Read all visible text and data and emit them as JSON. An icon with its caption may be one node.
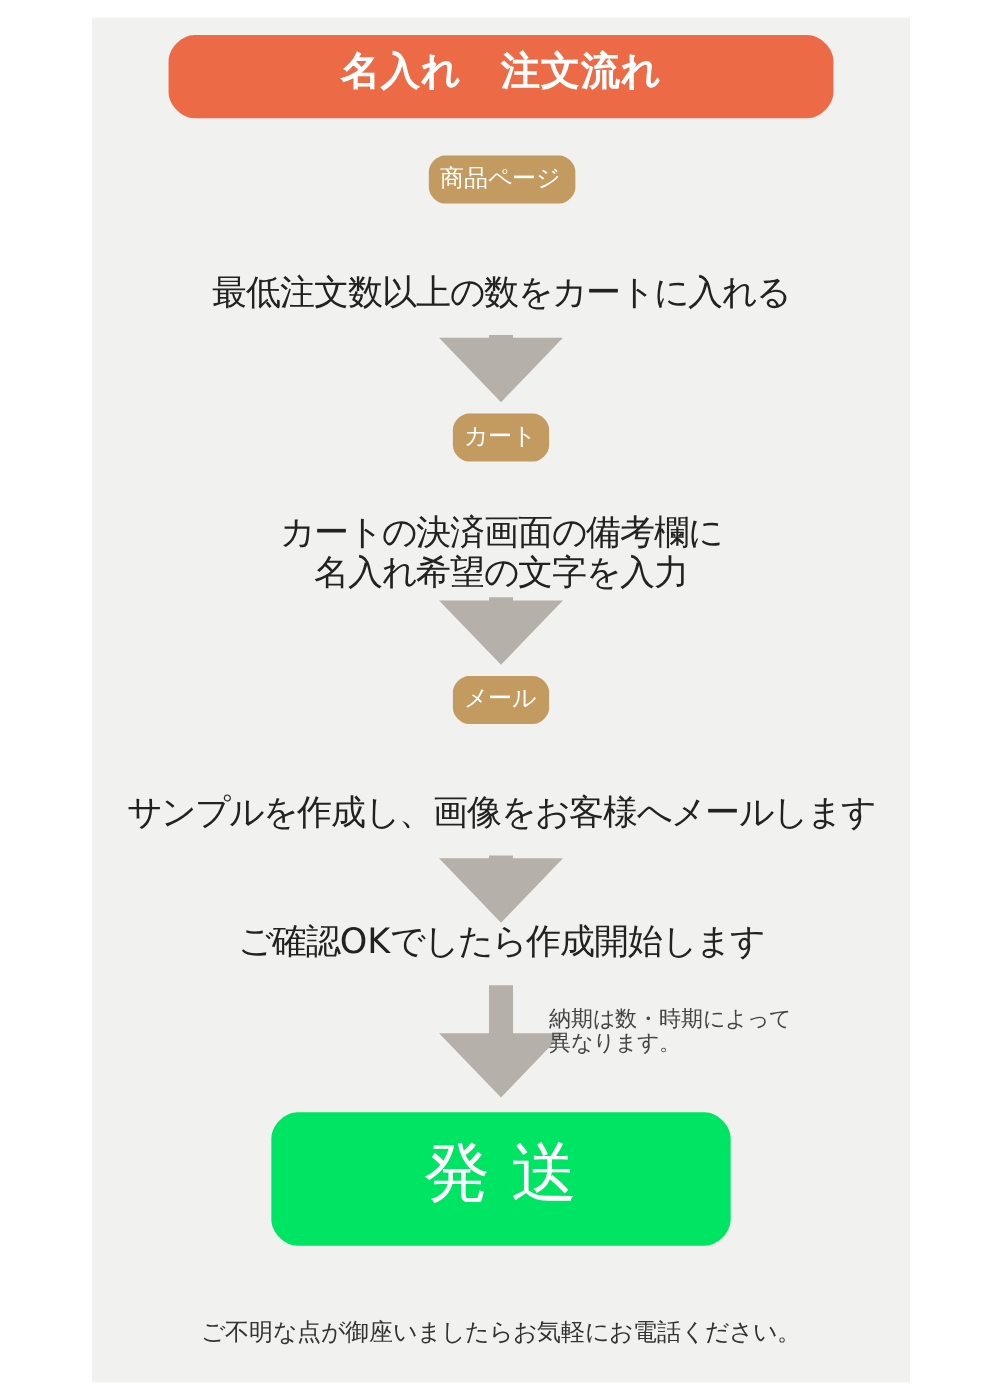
{
  "diagram": {
    "title": "名入れ　注文流れ",
    "caption": "ご不明な点が御座いましたらお気軽にお電話ください。",
    "nodes": [
      {
        "text": [
          "商品ページ"
        ]
      },
      {
        "text": [
          "最低注文数以上の数をカートに入れる"
        ]
      },
      {
        "text": [
          "カート"
        ]
      },
      {
        "text": [
          "カートの決済画面の備考欄に名入れ希望の文字を入力"
        ]
      },
      {
        "text": [
          "メール"
        ]
      },
      {
        "text": [
          "サンプルを作成し、画像をお客様へメールします"
        ]
      },
      {
        "text": [
          "ご確認OKでしたら作成開始します"
        ]
      },
      {
        "text": [
          "発 送"
        ]
      }
    ],
    "edges": [
      {
        "from": 1,
        "to": 2,
        "arrow": "to"
      },
      {
        "from": 3,
        "to": 4,
        "arrow": "to"
      },
      {
        "from": 5,
        "to": 6,
        "arrow": "to"
      },
      {
        "from": 6,
        "to": 7,
        "arrow": "to",
        "label": "納期は数・時期によって異なります。"
      }
    ]
  }
}
